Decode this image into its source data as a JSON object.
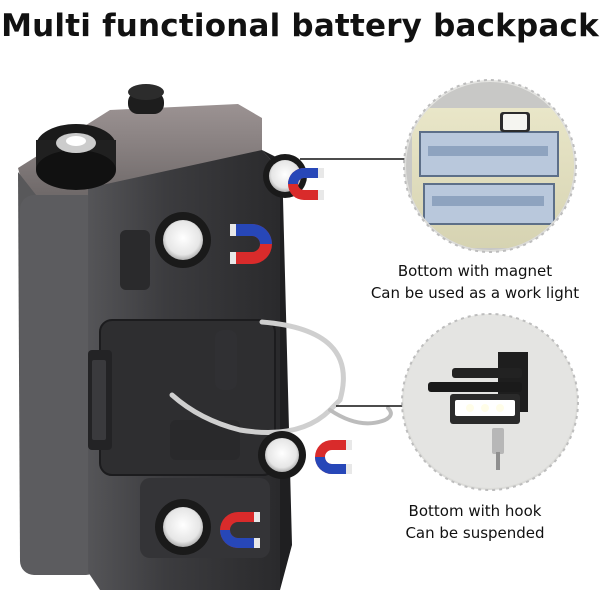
{
  "title": "Multi functional battery backpack",
  "features": [
    {
      "line1": "Bottom with magnet",
      "line2": "Can be used as a work light",
      "icon": "magnet-icon"
    },
    {
      "line1": "Bottom with hook",
      "line2": "Can be suspended",
      "icon": "hook-icon"
    }
  ],
  "colors": {
    "case": "#3a3a3c",
    "case_dark": "#222224",
    "magnet_red": "#d92b2b",
    "magnet_blue": "#2747b8",
    "magnet_metal": "#e8e8e8"
  }
}
